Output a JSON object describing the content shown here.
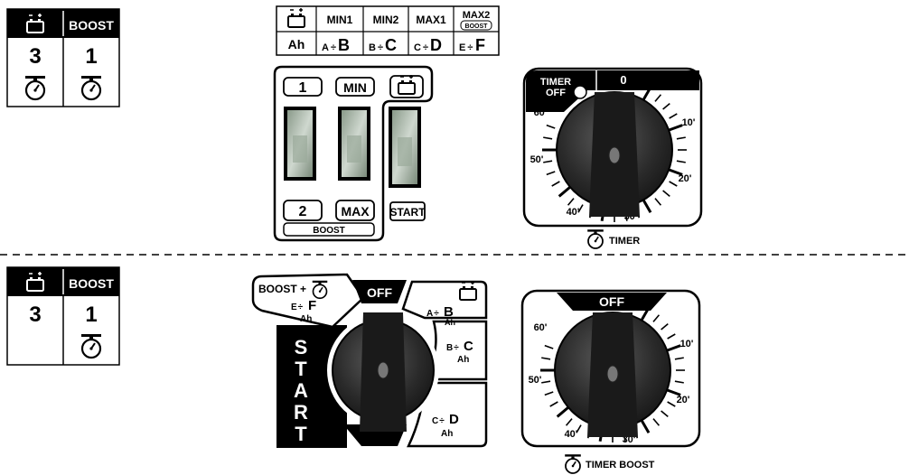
{
  "top": {
    "legend": {
      "boost": "BOOST",
      "val_left": "3",
      "val_right": "1"
    },
    "table": {
      "headers": [
        "MIN1",
        "MIN2",
        "MAX1",
        "MAX2"
      ],
      "header_sub": "BOOST",
      "row_label": "Ah",
      "cells": [
        {
          "a": "A",
          "sep": "÷",
          "b": "B"
        },
        {
          "a": "B",
          "sep": "÷",
          "b": "C"
        },
        {
          "a": "C",
          "sep": "÷",
          "b": "D"
        },
        {
          "a": "E",
          "sep": "÷",
          "b": "F"
        }
      ]
    },
    "switches": {
      "top_labels": [
        "1",
        "MIN"
      ],
      "bottom_labels": [
        "2",
        "MAX"
      ],
      "boost_bar": "BOOST",
      "start": "START"
    },
    "timer": {
      "off_line1": "TIMER",
      "off_line2": "OFF",
      "zero": "0",
      "ticks": [
        "10'",
        "20'",
        "30'",
        "40'",
        "50'",
        "60'"
      ],
      "caption": "TIMER"
    }
  },
  "bottom": {
    "legend": {
      "boost": "BOOST",
      "val_left": "3",
      "val_right": "1"
    },
    "selector": {
      "off": "OFF",
      "boost_label": "BOOST +",
      "ef": {
        "a": "E",
        "sep": "÷",
        "b": "F",
        "unit": "Ah"
      },
      "ab": {
        "a": "A",
        "sep": "÷",
        "b": "B",
        "unit": "Ah"
      },
      "bc": {
        "a": "B",
        "sep": "÷",
        "b": "C",
        "unit": "Ah"
      },
      "cd": {
        "a": "C",
        "sep": "÷",
        "b": "D",
        "unit": "Ah"
      },
      "start_letters": [
        "S",
        "T",
        "A",
        "R",
        "T"
      ]
    },
    "timer": {
      "off": "OFF",
      "ticks": [
        "10'",
        "20'",
        "30'",
        "40'",
        "50'",
        "60'"
      ],
      "caption": "TIMER BOOST"
    }
  }
}
